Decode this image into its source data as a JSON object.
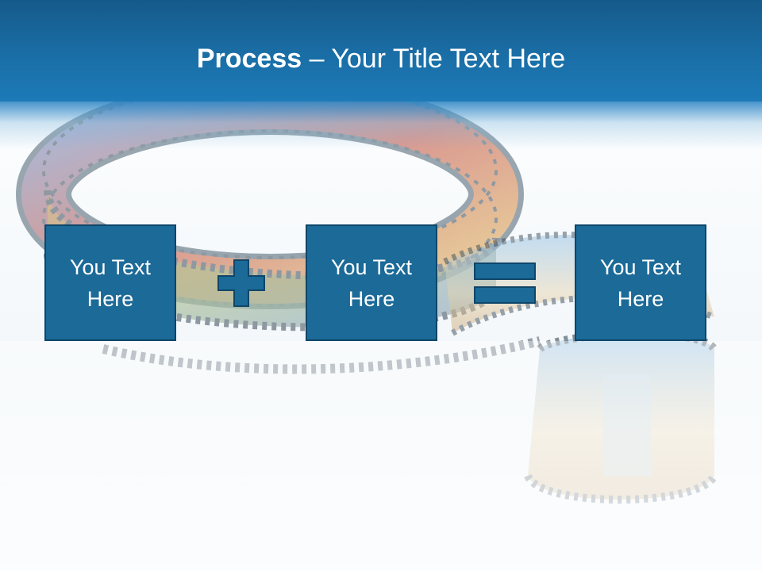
{
  "slide": {
    "title_bold": "Process",
    "title_rest": " – Your Title Text Here"
  },
  "boxes": [
    {
      "text": "You Text Here"
    },
    {
      "text": "You Text Here"
    },
    {
      "text": "You Text Here"
    }
  ],
  "operators": {
    "plus_icon": "plus-icon",
    "equals_icon": "equals-icon"
  },
  "colors": {
    "header": "#1a6ea6",
    "box_fill": "#1b6a98",
    "box_border": "#0f4669",
    "operator_fill": "#1b6a98"
  }
}
